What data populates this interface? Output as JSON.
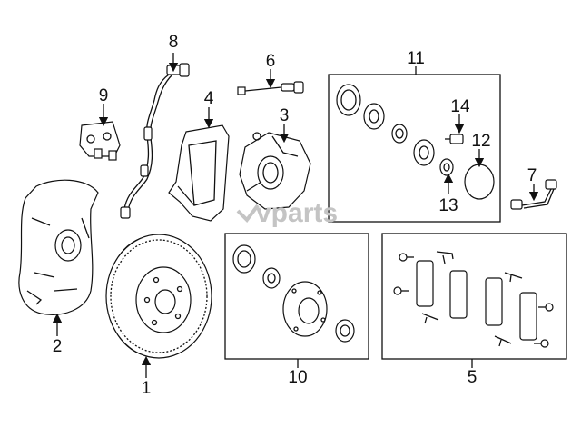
{
  "watermark": "vparts",
  "callouts": {
    "c1": "1",
    "c2": "2",
    "c3": "3",
    "c4": "4",
    "c5": "5",
    "c6": "6",
    "c7": "7",
    "c8": "8",
    "c9": "9",
    "c10": "10",
    "c11": "11",
    "c12": "12",
    "c13": "13",
    "c14": "14"
  }
}
